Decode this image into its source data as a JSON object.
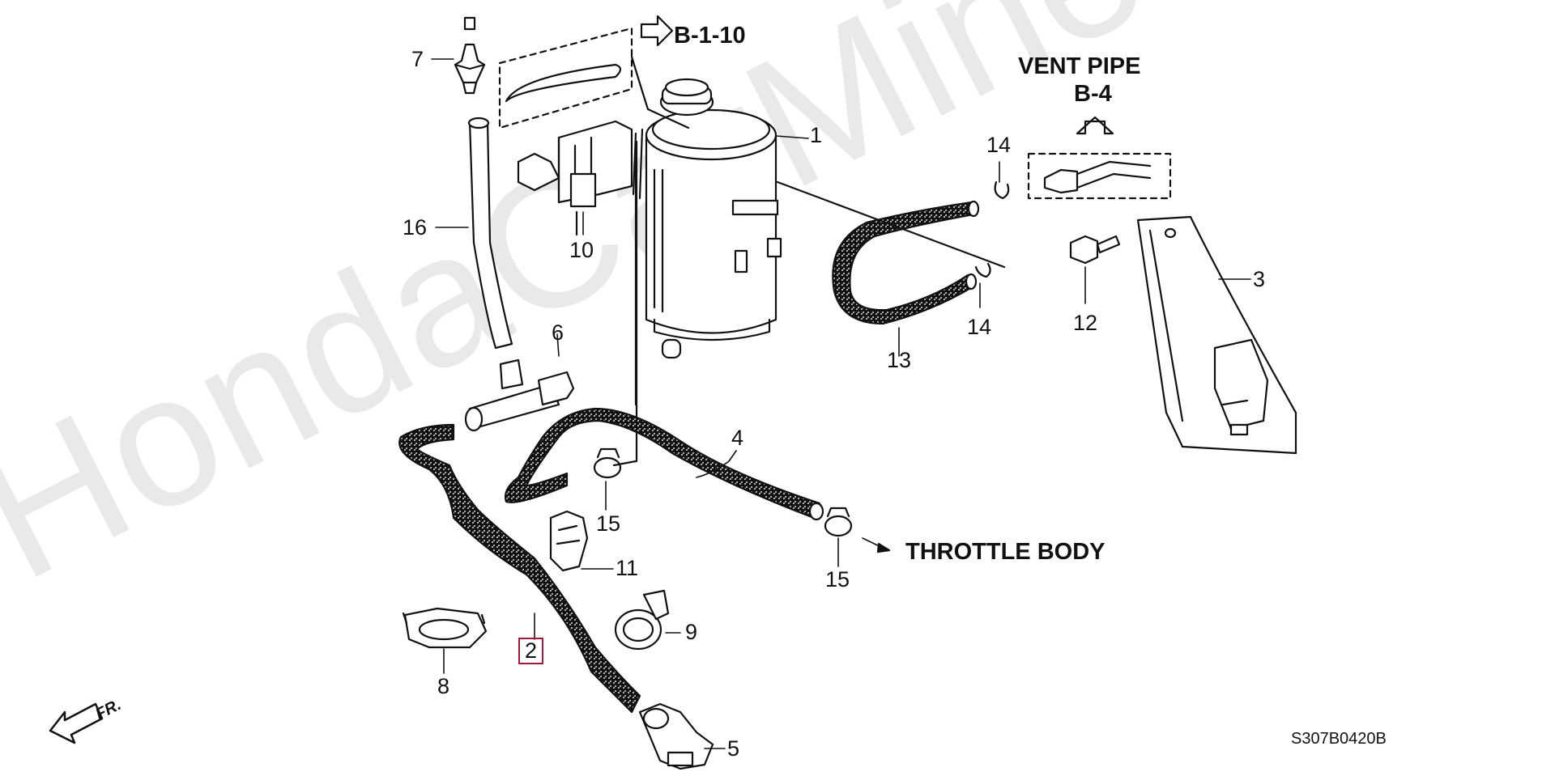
{
  "watermark": "HondaCarMine.ru",
  "callouts": {
    "p1": "1",
    "p2": "2",
    "p3": "3",
    "p4": "4",
    "p5": "5",
    "p6": "6",
    "p7": "7",
    "p8": "8",
    "p9": "9",
    "p10": "10",
    "p11": "11",
    "p12": "12",
    "p13": "13",
    "p14a": "14",
    "p14b": "14",
    "p15a": "15",
    "p15b": "15",
    "p16": "16"
  },
  "references": {
    "b110": "B-1-10",
    "vent_pipe": "VENT PIPE",
    "b4": "B-4",
    "throttle_body": "THROTTLE BODY",
    "fr": "FR."
  },
  "diagram_code": "S307B0420B",
  "colors": {
    "line": "#111111",
    "highlight": "#a0183a",
    "watermark": "#e9e9e9"
  }
}
